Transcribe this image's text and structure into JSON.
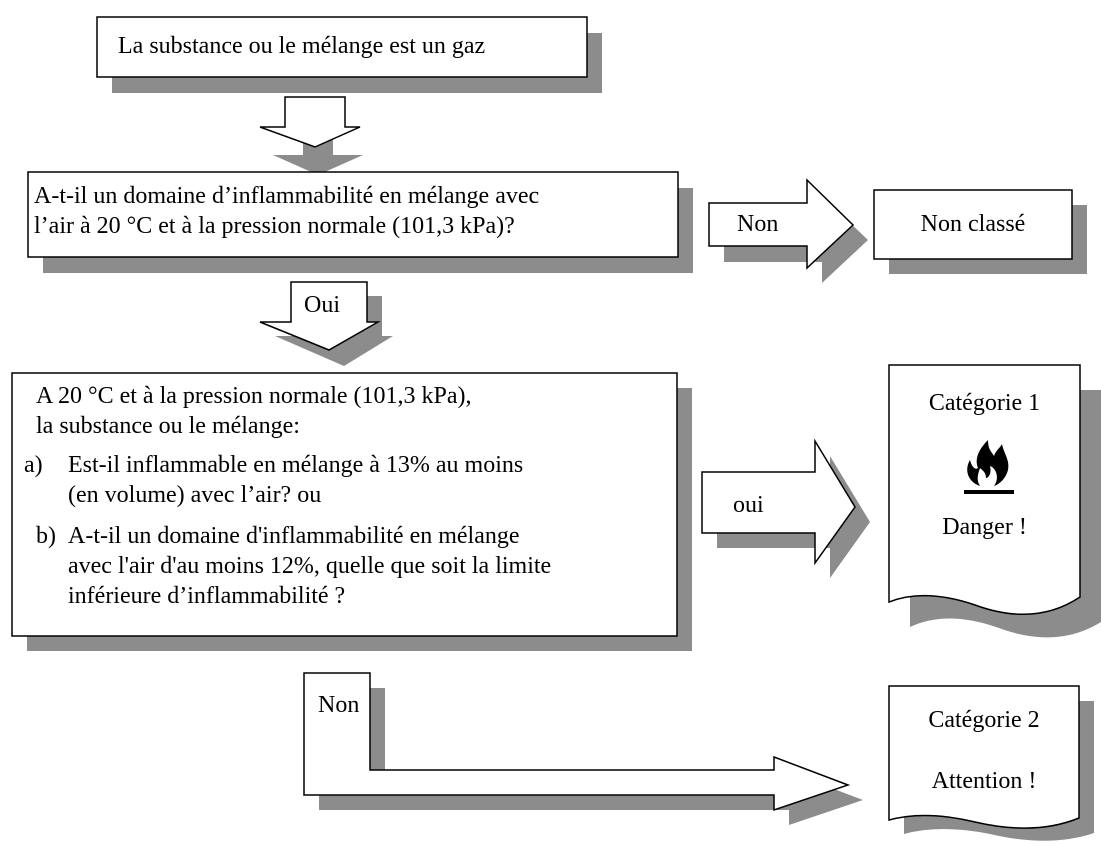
{
  "start": {
    "text": "La substance ou le mélange est un gaz"
  },
  "q1": {
    "line1": "A-t-il un domaine d’inflammabilité en mélange avec",
    "line2": "l’air à 20 °C et à la pression normale (101,3 kPa)?"
  },
  "arrow_non1": {
    "label": "Non"
  },
  "result_not_classified": {
    "text": "Non classé"
  },
  "arrow_oui1": {
    "label": "Oui"
  },
  "q2": {
    "intro1": "A 20 °C et à la pression normale (101,3 kPa),",
    "intro2": "la substance ou le mélange:",
    "a_marker": "a)",
    "a_line1": "Est-il inflammable en mélange à 13% au moins",
    "a_line2": "(en volume) avec l’air? ou",
    "b_marker": "b)",
    "b_line1": "A-t-il un domaine d'inflammabilité en mélange",
    "b_line2": "avec l'air d'au moins 12%, quelle que soit la limite",
    "b_line3": "inférieure d’inflammabilité ?"
  },
  "arrow_oui2": {
    "label": "oui"
  },
  "cat1": {
    "title": "Catégorie 1",
    "signal": "Danger !",
    "pictogram": "flame-icon"
  },
  "arrow_non2": {
    "label": "Non"
  },
  "cat2": {
    "title": "Catégorie 2",
    "signal": "Attention !"
  },
  "colors": {
    "shadow": "#8c8c8c",
    "stroke": "#000000",
    "fill": "#ffffff"
  }
}
